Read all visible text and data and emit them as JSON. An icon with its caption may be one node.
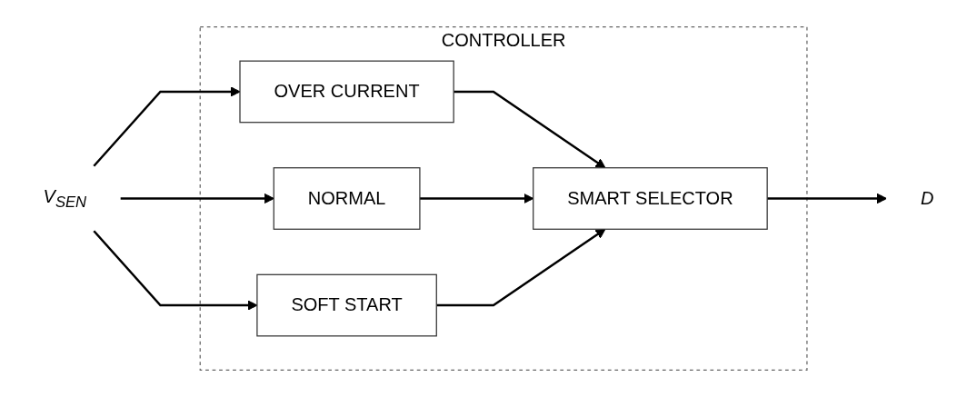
{
  "diagram": {
    "nodes": [
      {
        "text": [
          "CONTROLLER"
        ]
      },
      {
        "text": [
          "OVER CURRENT"
        ],
        "in": 0
      },
      {
        "text": [
          "NORMAL"
        ],
        "in": 0
      },
      {
        "text": [
          "SOFT START"
        ],
        "in": 0
      },
      {
        "text": [
          "SMART SELECTOR"
        ],
        "in": 0
      },
      {
        "text": [
          "V$_{SEN}$"
        ]
      },
      {
        "text": [
          "D"
        ]
      }
    ],
    "edges": [
      {
        "from": 5,
        "to": 1,
        "arrow": "to"
      },
      {
        "from": 5,
        "to": 2,
        "arrow": "to"
      },
      {
        "from": 5,
        "to": 3,
        "arrow": "to"
      },
      {
        "from": 1,
        "to": 4,
        "arrow": "to"
      },
      {
        "from": 2,
        "to": 4,
        "arrow": "to"
      },
      {
        "from": 3,
        "to": 4,
        "arrow": "to"
      },
      {
        "from": 4,
        "to": 6,
        "arrow": "to"
      }
    ]
  }
}
